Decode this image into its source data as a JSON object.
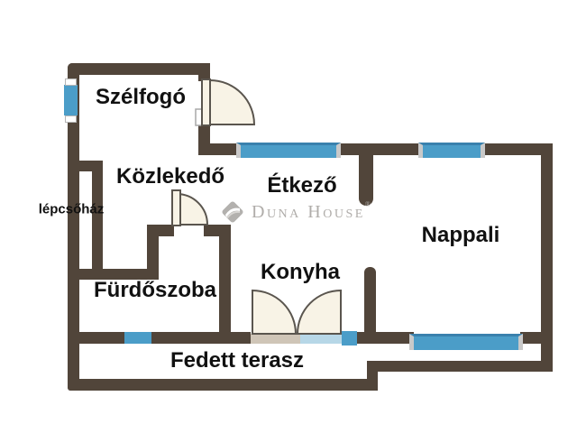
{
  "floorplan": {
    "rooms": {
      "szelfogo": {
        "label": "Szélfogó"
      },
      "kozlekedo": {
        "label": "Közlekedő"
      },
      "etkezo": {
        "label": "Étkező"
      },
      "nappali": {
        "label": "Nappali"
      },
      "furdoszoba": {
        "label": "Fürdőszoba"
      },
      "konyha": {
        "label": "Konyha"
      },
      "fedett_terasz": {
        "label": "Fedett terasz"
      },
      "lepcsohaz": {
        "label": "lépcsőház"
      }
    },
    "watermark": {
      "text": "Duna House",
      "registered_mark": "®"
    }
  },
  "colors": {
    "wall": "#51453a",
    "window_blue": "#4b9dc8",
    "window_blue_dark": "#3a81ad",
    "door_fill": "#f8f3e6",
    "door_stroke": "#5a554e",
    "threshold_beige": "#cfc5b7",
    "threshold_lightblue": "#b7d7e7",
    "cap_gray": "#c9c9c9",
    "label_color": "#111111",
    "watermark_color": "#b0adaa"
  }
}
